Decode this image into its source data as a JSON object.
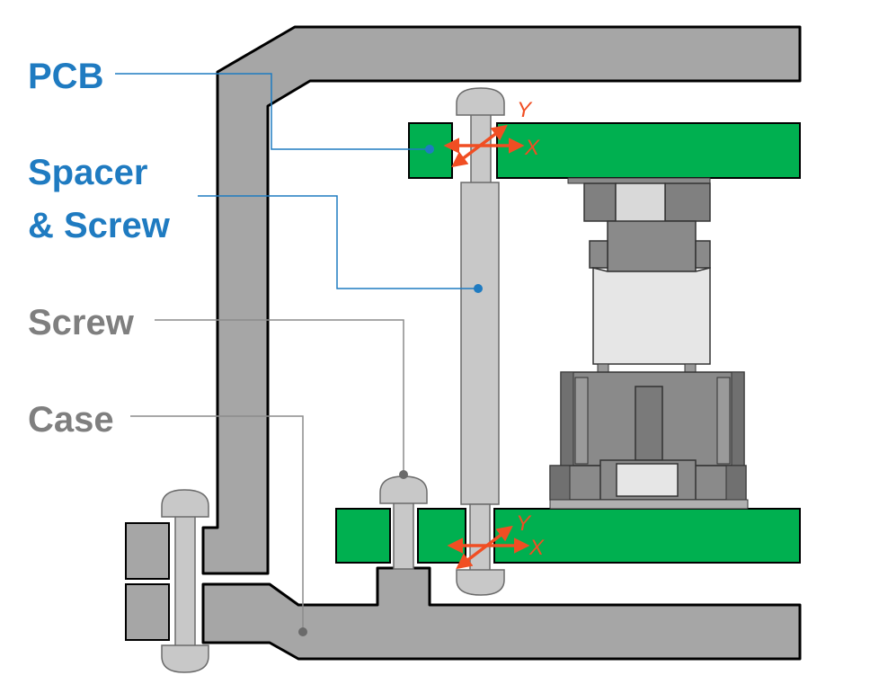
{
  "labels": {
    "pcb": "PCB",
    "spacer_line1": "Spacer",
    "spacer_line2": "& Screw",
    "screw": "Screw",
    "case": "Case"
  },
  "axes": {
    "top_y": "Y",
    "top_x": "X",
    "bottom_y": "Y",
    "bottom_x": "X"
  },
  "colors": {
    "blue_label": "#1f7bc1",
    "gray_label": "#7f7f7f",
    "pcb_green": "#00b050",
    "case_gray": "#a6a6a6",
    "arrow_orange": "#f04e23"
  }
}
